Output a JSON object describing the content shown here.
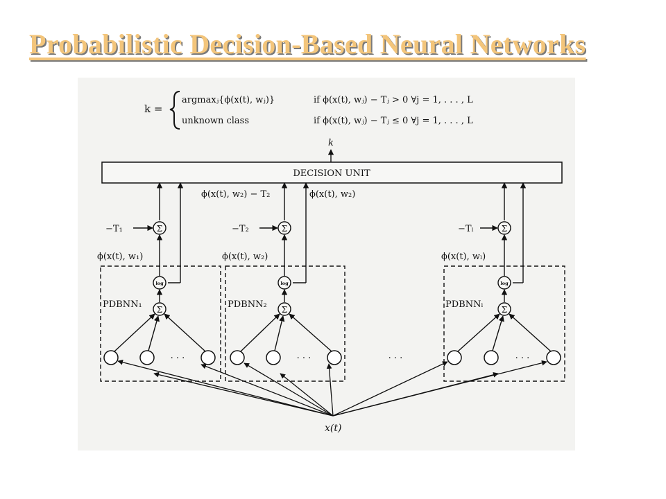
{
  "slide": {
    "title": "Probabilistic Decision-Based Neural Networks"
  },
  "equation": {
    "lhs": "k =",
    "case1_expr": "argmaxⱼ{ϕ(x(t), wⱼ)}",
    "case1_cond": "if ϕ(x(t), wⱼ) − Tⱼ > 0   ∀j = 1, . . . , L",
    "case2_expr": "unknown class",
    "case2_cond": "if ϕ(x(t), wⱼ) − Tⱼ ≤ 0   ∀j = 1, . . . , L"
  },
  "diagram": {
    "output_label": "k",
    "decision_unit_label": "DECISION UNIT",
    "mid_label_left": "ϕ(x(t), w₂) − T₂",
    "mid_label_right": "ϕ(x(t), w₂)",
    "threshold_labels": [
      "−T₁",
      "−T₂",
      "−Tₗ"
    ],
    "phi_labels": [
      "ϕ(x(t), w₁)",
      "ϕ(x(t), w₂)",
      "ϕ(x(t), wₗ)"
    ],
    "subnet_labels": [
      "PDBNN₁",
      "PDBNN₂",
      "PDBNNₗ"
    ],
    "log_label": "log",
    "sum_symbol": "Σ",
    "dots": ". . .",
    "input_label": "x(t)"
  },
  "colors": {
    "title_fill": "#f3c57b",
    "title_shadow": "#7a7a7a",
    "figure_bg": "#f3f3f1",
    "ink": "#111111"
  }
}
